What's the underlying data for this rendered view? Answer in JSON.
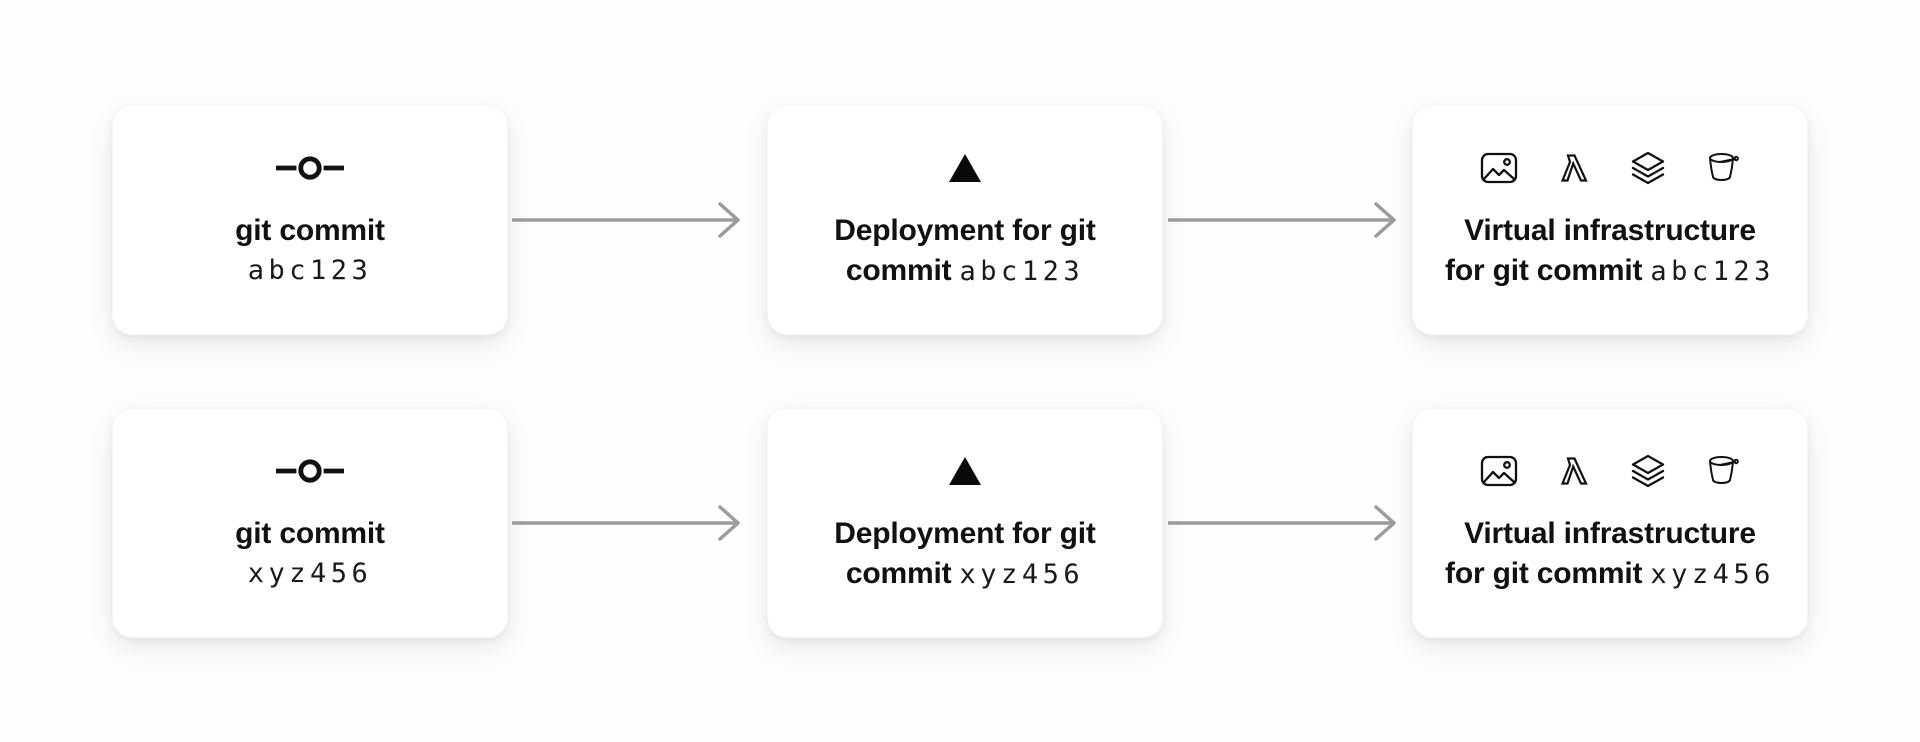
{
  "colors": {
    "page_background": "#fdfdfd",
    "card_background": "#ffffff",
    "text": "#111111",
    "icon": "#111111",
    "arrow": "#9b9b9b"
  },
  "rows": [
    {
      "commit_id": "abc123",
      "git_card": {
        "icon": "git-commit-icon",
        "title": "git commit",
        "hash": "abc123"
      },
      "deploy_card": {
        "icon": "vercel-triangle-icon",
        "line1": "Deployment for git",
        "line2_bold": "commit",
        "hash": "abc123"
      },
      "infra_card": {
        "icons": [
          "image-icon",
          "lambda-icon",
          "layers-icon",
          "bucket-icon"
        ],
        "line1": "Virtual infrastructure",
        "line2_bold": "for git commit",
        "hash": "abc123"
      }
    },
    {
      "commit_id": "xyz456",
      "git_card": {
        "icon": "git-commit-icon",
        "title": "git commit",
        "hash": "xyz456"
      },
      "deploy_card": {
        "icon": "vercel-triangle-icon",
        "line1": "Deployment for git",
        "line2_bold": "commit",
        "hash": "xyz456"
      },
      "infra_card": {
        "icons": [
          "image-icon",
          "lambda-icon",
          "layers-icon",
          "bucket-icon"
        ],
        "line1": "Virtual infrastructure",
        "line2_bold": "for git commit",
        "hash": "xyz456"
      }
    }
  ]
}
